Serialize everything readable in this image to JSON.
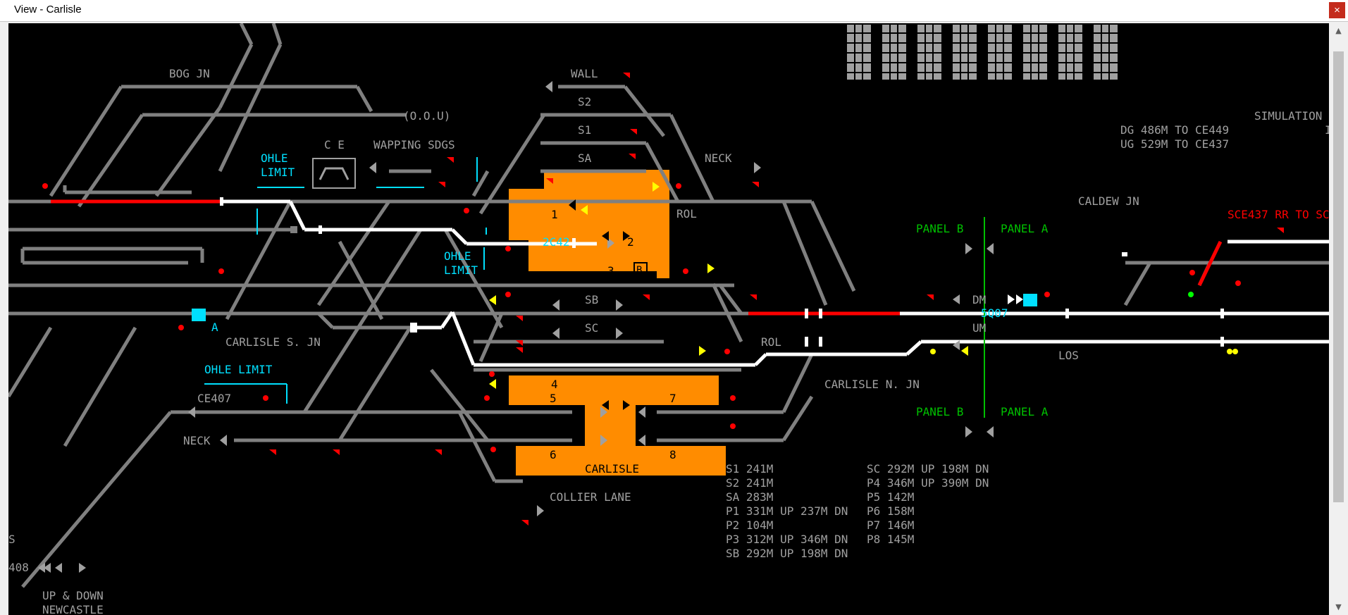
{
  "window": {
    "title": "View - Carlisle",
    "close_label": "×"
  },
  "scrollbar": {
    "up_arrow": "▲",
    "down_arrow": "▼"
  },
  "colors": {
    "track": "#808080",
    "route_set": "#ffffff",
    "occupied": "#ff0000",
    "platform": "#ff8c00",
    "cyan": "#00e0ff",
    "green": "#00c000",
    "yellow": "#ffff00"
  },
  "labels": {
    "bog_jn": "BOG JN",
    "oou": "(O.O.U)",
    "ohle_limit_1a": "OHLE",
    "ohle_limit_1b": "LIMIT",
    "ce": "C E",
    "wapping_sdgs": "WAPPING SDGS",
    "wall": "WALL",
    "s2": "S2",
    "s1": "S1",
    "sa": "SA",
    "neck_top": "NECK",
    "rol_top": "ROL",
    "ohle_limit_2a": "OHLE",
    "ohle_limit_2b": "LIMIT",
    "p1": "1",
    "p2": "2",
    "p3": "3",
    "p4": "4",
    "p5": "5",
    "p6": "6",
    "p7": "7",
    "p8": "8",
    "b_box": "B",
    "sb": "SB",
    "sc": "SC",
    "a_box": "A",
    "carlisle_s_jn": "CARLISLE S. JN",
    "ohle_limit_3": "OHLE LIMIT",
    "ce407": "CE407",
    "neck_bottom": "NECK",
    "carlisle": "CARLISLE",
    "collier_lane": "COLLIER LANE",
    "rol_bottom": "ROL",
    "carlisle_n_jn": "CARLISLE N. JN",
    "caldew_jn": "CALDEW JN",
    "panel_b": "PANEL B",
    "panel_a": "PANEL A",
    "dm": "DM",
    "um": "UM",
    "los": "LOS",
    "s_left": "S",
    "num_408": "408",
    "up_down_newcastle_1": "UP & DOWN",
    "up_down_newcastle_2": "NEWCASTLE",
    "simulation": "SIMULATION",
    "simulation_suffix": "I"
  },
  "train_descriptions": {
    "td_2c42": "2C42",
    "td_5q07": "5Q07"
  },
  "messages": [
    "DG 486M TO CE449",
    "UG 529M TO CE437"
  ],
  "alert": "SCE437 RR TO SC",
  "platform_lengths_left": [
    "S1 241M",
    "S2 241M",
    "SA 283M",
    "P1 331M UP 237M DN",
    "P2 104M",
    "P3 312M UP 346M DN",
    "SB 292M UP 198M DN"
  ],
  "platform_lengths_right": [
    "SC 292M UP 198M DN",
    "P4 346M UP 390M DN",
    "P5 142M",
    "P6 158M",
    "P7 146M",
    "P8 145M"
  ]
}
